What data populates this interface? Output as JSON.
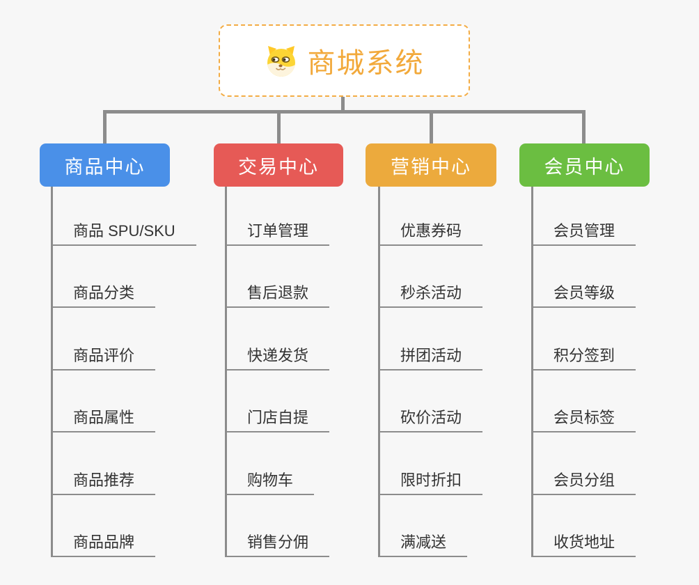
{
  "canvas": {
    "background": "#F7F7F7",
    "line_color": "#8C8C8C"
  },
  "root": {
    "title": "商城系统",
    "icon": "dog-face-icon",
    "text_color": "#F2A93B",
    "border_color": "#F3AC44"
  },
  "branches": [
    {
      "label": "商品中心",
      "color": "#4A90E8",
      "items": [
        "商品 SPU/SKU",
        "商品分类",
        "商品评价",
        "商品属性",
        "商品推荐",
        "商品品牌"
      ]
    },
    {
      "label": "交易中心",
      "color": "#E65A56",
      "items": [
        "订单管理",
        "售后退款",
        "快递发货",
        "门店自提",
        "购物车",
        "销售分佣"
      ]
    },
    {
      "label": "营销中心",
      "color": "#ECAA3D",
      "items": [
        "优惠券码",
        "秒杀活动",
        "拼团活动",
        "砍价活动",
        "限时折扣",
        "满减送"
      ]
    },
    {
      "label": "会员中心",
      "color": "#6BBE41",
      "items": [
        "会员管理",
        "会员等级",
        "积分签到",
        "会员标签",
        "会员分组",
        "收货地址"
      ]
    }
  ]
}
